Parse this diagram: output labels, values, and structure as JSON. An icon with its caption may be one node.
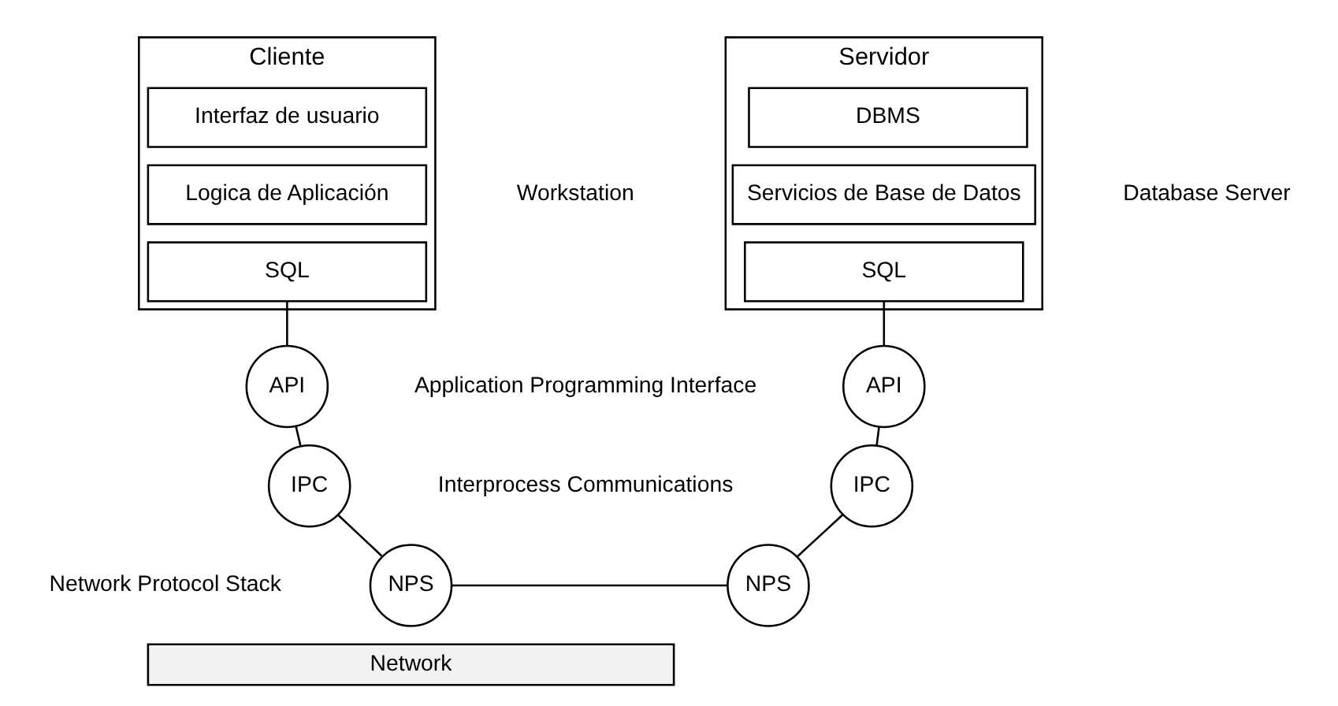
{
  "diagram": {
    "nodes": [
      {
        "text": [
          "Cliente"
        ]
      },
      {
        "text": [
          "Interfaz de usuario"
        ],
        "in": 0
      },
      {
        "text": [
          "Logica de Aplicación"
        ],
        "in": 0
      },
      {
        "text": [
          "SQL"
        ],
        "in": 0
      },
      {
        "text": [
          "Servidor"
        ]
      },
      {
        "text": [
          "DBMS"
        ],
        "in": 4
      },
      {
        "text": [
          "Servicios de Base de Datos"
        ],
        "in": 4
      },
      {
        "text": [
          "SQL"
        ],
        "in": 4
      },
      {
        "text": [
          "API"
        ]
      },
      {
        "text": [
          "IPC"
        ]
      },
      {
        "text": [
          "NPS"
        ]
      },
      {
        "text": [
          "API"
        ]
      },
      {
        "text": [
          "IPC"
        ]
      },
      {
        "text": [
          "NPS"
        ]
      },
      {
        "text": [
          "Network"
        ]
      }
    ],
    "edges": [
      {
        "from": 3,
        "to": 8,
        "arrow": "none"
      },
      {
        "from": 8,
        "to": 9,
        "arrow": "none"
      },
      {
        "from": 9,
        "to": 10,
        "arrow": "none"
      },
      {
        "from": 10,
        "to": 13,
        "arrow": "none"
      },
      {
        "from": 7,
        "to": 11,
        "arrow": "none"
      },
      {
        "from": 11,
        "to": 12,
        "arrow": "none"
      },
      {
        "from": 12,
        "to": 13,
        "arrow": "none"
      }
    ],
    "labels": [
      "Workstation",
      "Database Server",
      "Application Programming Interface",
      "Interprocess Communications",
      "Network Protocol Stack"
    ]
  }
}
